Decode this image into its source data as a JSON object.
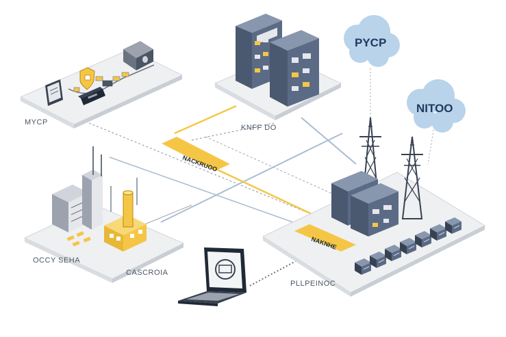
{
  "labels": {
    "top_left_platform": "MYCP",
    "server_platform": "KNFF DO",
    "left_platform_left": "OCCY SEHA",
    "left_platform_right": "CASCROIA",
    "laptop_caption": "PLLPEINOC"
  },
  "tags": {
    "middle_tag": "NACKRUOO",
    "right_tag": "NAKNHE"
  },
  "clouds": {
    "cloud_a": "PYCP",
    "cloud_b": "NITOO"
  },
  "colors": {
    "accent_yellow": "#f5c646",
    "platform_fill": "#eef0f2",
    "server_blue": "#5b6b86",
    "cloud_blue": "#b8d3ea",
    "line_blue": "#a9bcd0",
    "line_grey": "#9ca3af"
  },
  "icons": [
    "shield-icon",
    "server-icon",
    "laptop-icon",
    "cloud-icon",
    "transmission-tower-icon",
    "factory-icon",
    "battery-icon"
  ]
}
